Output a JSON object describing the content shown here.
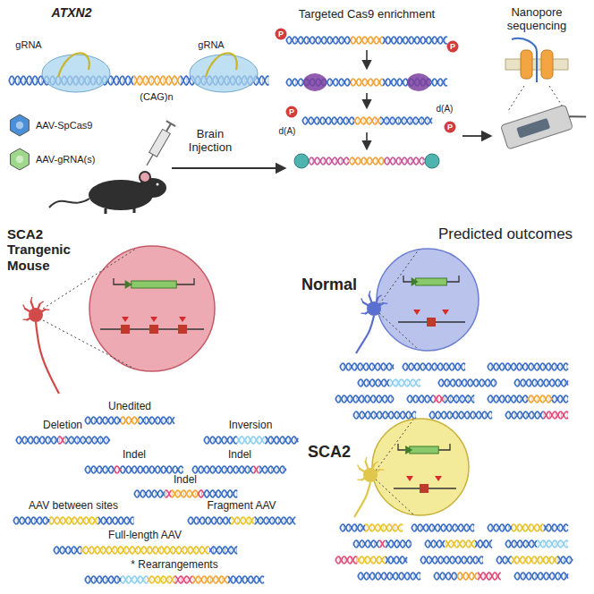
{
  "diagram": {
    "labels": [
      "ATXN2",
      "gRNA",
      "gRNA",
      "(CAG)n",
      "AAV-SpCas9",
      "AAV-gRNA(s)",
      "Brain Injection",
      "Targeted Cas9 enrichment",
      "P",
      "P",
      "d(A)",
      "d(A)",
      "P",
      "P",
      "Nanopore sequencing",
      "SCA2 Trangenic Mouse",
      "Unedited",
      "Deletion",
      "Inversion",
      "Indel",
      "Indel",
      "Indel",
      "AAV between sites",
      "Fragment AAV",
      "Full-length AAV",
      "* Rearrangements",
      "Predicted outcomes",
      "Normal",
      "SCA2"
    ]
  }
}
